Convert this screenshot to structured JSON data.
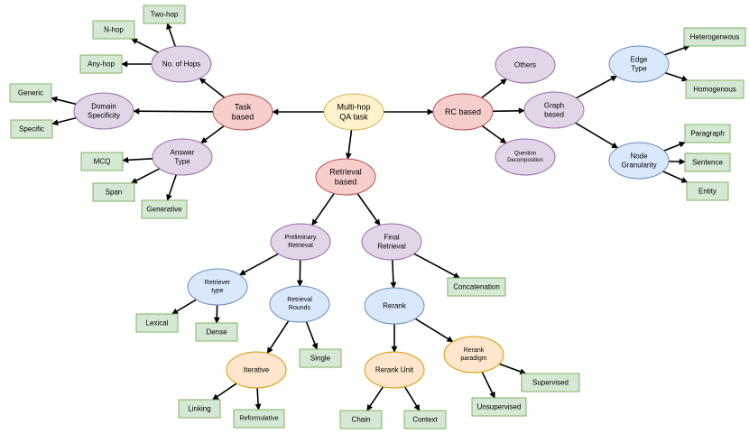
{
  "colors": {
    "yellow_fill": "#fff2cc",
    "yellow_stroke": "#d6b656",
    "red_fill": "#f8cecc",
    "red_stroke": "#b85450",
    "purple_fill": "#e1d5e7",
    "purple_stroke": "#9673a6",
    "blue_fill": "#dae8fc",
    "blue_stroke": "#6c8ebf",
    "orange_fill": "#ffe6cc",
    "orange_stroke": "#d79b00",
    "green_fill": "#d5e8d4",
    "green_stroke": "#82b366",
    "edge": "#000000"
  },
  "nodes": {
    "root": [
      "Multi-hop",
      "QA task"
    ],
    "task_based": [
      "Task",
      "based"
    ],
    "rc_based": [
      "RC based"
    ],
    "retrieval_based": [
      "Retrieval",
      "based"
    ],
    "no_of_hops": [
      "No. of Hops"
    ],
    "domain_specificity": [
      "Domain",
      "Specificity"
    ],
    "answer_type": [
      "Answer",
      "Type"
    ],
    "two_hop": [
      "Two-hop"
    ],
    "n_hop": [
      "N-hop"
    ],
    "any_hop": [
      "Any-hop"
    ],
    "generic": [
      "Generic"
    ],
    "specific": [
      "Specific"
    ],
    "mcq": [
      "MCQ"
    ],
    "span": [
      "Span"
    ],
    "generative": [
      "Generative"
    ],
    "others": [
      "Others"
    ],
    "graph_based": [
      "Graph",
      "based"
    ],
    "question_decomposition": [
      "Question",
      "Decomposition"
    ],
    "edge_type": [
      "Edge",
      "Type"
    ],
    "node_granularity": [
      "Node",
      "Granularity"
    ],
    "heterogeneous": [
      "Heterogeneous"
    ],
    "homogenous": [
      "Homogenous"
    ],
    "paragraph": [
      "Paragraph"
    ],
    "sentence": [
      "Sentence"
    ],
    "entity": [
      "Entity"
    ],
    "preliminary_retrieval": [
      "Preliminary",
      "Retrieval"
    ],
    "final_retrieval": [
      "Final",
      "Retrieval"
    ],
    "retriever_type": [
      "Retriever",
      "type"
    ],
    "retrieval_rounds": [
      "Retrieval",
      "Rounds"
    ],
    "lexical": [
      "Lexical"
    ],
    "dense": [
      "Dense"
    ],
    "iterative": [
      "Iterative"
    ],
    "single": [
      "Single"
    ],
    "linking": [
      "Linking"
    ],
    "reformulative": [
      "Reformulative"
    ],
    "rerank": [
      "Rerank"
    ],
    "concatenation": [
      "Concatenation"
    ],
    "rerank_unit": [
      "Rerank Unit"
    ],
    "rerank_paradigm": [
      "Rerank",
      "paradigm"
    ],
    "chain": [
      "Chain"
    ],
    "context": [
      "Context"
    ],
    "supervised": [
      "Supervised"
    ],
    "unsupervised": [
      "Unsupervised"
    ]
  }
}
